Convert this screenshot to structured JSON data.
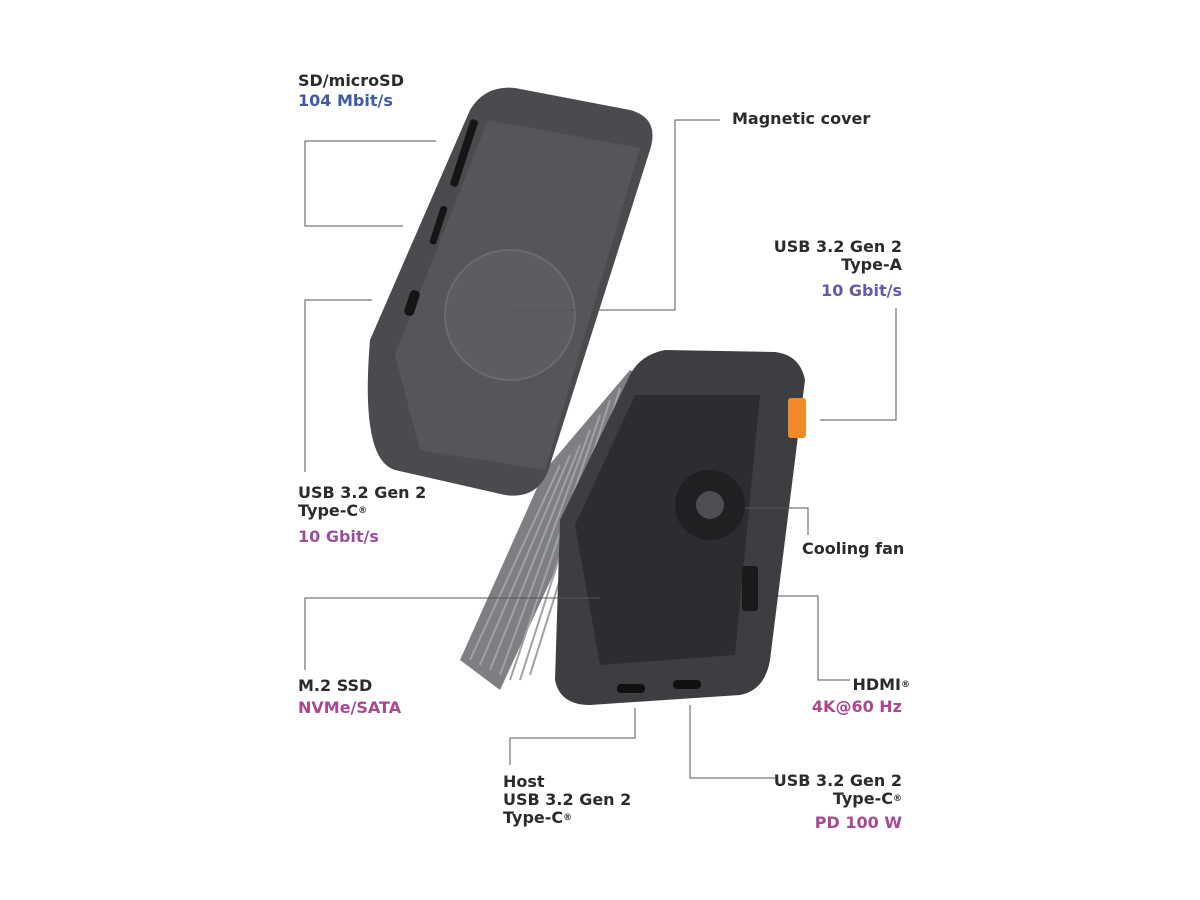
{
  "colors": {
    "text": "#2b2b2b",
    "blue": "#3f5aa6",
    "purple": "#6659a8",
    "magenta": "#a8488f",
    "line": "#555555",
    "device": "#4a4b4e"
  },
  "callouts": {
    "sd": {
      "title": "SD/microSD",
      "value": "104 Mbit/s"
    },
    "cover": {
      "title": "Magnetic cover"
    },
    "usb_a": {
      "title_1": "USB 3.2 Gen 2",
      "title_2": "Type-A",
      "value": "10 Gbit/s"
    },
    "usb_c_left": {
      "title_1": "USB 3.2 Gen 2",
      "title_2": "Type-C",
      "reg": "®",
      "value": "10 Gbit/s"
    },
    "fan": {
      "title": "Cooling fan"
    },
    "ssd": {
      "title": "M.2 SSD",
      "value": "NVMe/SATA"
    },
    "hdmi": {
      "title": "HDMI",
      "reg": "®",
      "value": "4K@60 Hz"
    },
    "host": {
      "title_1": "Host",
      "title_2": "USB 3.2 Gen 2",
      "title_3": "Type-C",
      "reg": "®"
    },
    "pd": {
      "title_1": "USB 3.2 Gen 2",
      "title_2": "Type-C",
      "reg": "®",
      "value": "PD 100 W"
    }
  }
}
